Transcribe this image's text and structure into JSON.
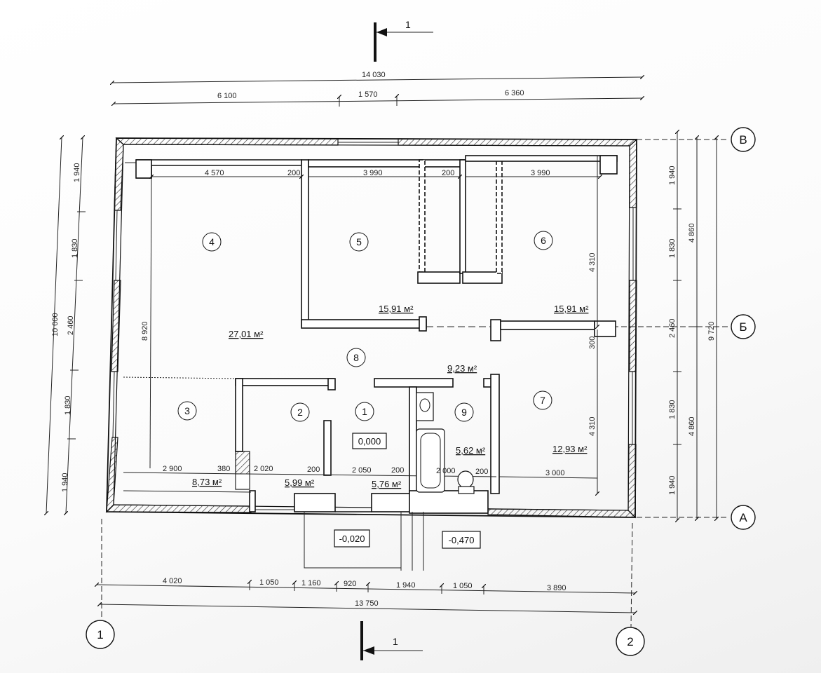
{
  "section_mark": "1",
  "axes": {
    "top_right": "В",
    "mid_right": "Б",
    "bottom_right": "А",
    "left_bottom": "1",
    "right_bottom": "2"
  },
  "dims_top": {
    "overall": "14 030",
    "seg1": "6 100",
    "seg2": "1 570",
    "seg3": "6 360"
  },
  "dims_bottom": {
    "overall": "13 750",
    "segs": [
      "4 020",
      "1 050",
      "1 160",
      "920",
      "1 940",
      "1 050",
      "3 890"
    ]
  },
  "dims_left": {
    "overall": "10 000",
    "segs": [
      "1 940",
      "1 830",
      "2 460",
      "1 830",
      "1 940"
    ]
  },
  "dims_right": {
    "segs": [
      "1 940",
      "1 830",
      "2 460",
      "1 830",
      "1 940"
    ],
    "half_top": "4 860",
    "half_bottom": "4 860",
    "overall": "9 720"
  },
  "inner_dims": {
    "r4_width": "4 570",
    "w1": "200",
    "r5_width": "3 990",
    "w2": "200",
    "r6_width": "3 990",
    "r3_width": "2 900",
    "w3": "380",
    "r2_width": "2 020",
    "w4": "200",
    "r1_width": "2 050",
    "w5": "200",
    "r9_width": "2 000",
    "w6": "200",
    "r7_width": "3 000",
    "height_left": "8 920",
    "height_r6": "4 310",
    "height_r7": "4 310",
    "w_right": "300"
  },
  "rooms": [
    {
      "num": "1",
      "area": "5,76 м²"
    },
    {
      "num": "2",
      "area": "5,99 м²"
    },
    {
      "num": "3",
      "area": "8,73 м²"
    },
    {
      "num": "4",
      "area": "27,01 м²"
    },
    {
      "num": "5",
      "area": "15,91 м²"
    },
    {
      "num": "6",
      "area": "15,91 м²"
    },
    {
      "num": "7",
      "area": "12,93 м²"
    },
    {
      "num": "8",
      "area": "9,23 м²"
    },
    {
      "num": "9",
      "area": "5,62 м²"
    }
  ],
  "levels": {
    "floor": "0,000",
    "porch": "-0,020",
    "ground": "-0,470"
  }
}
